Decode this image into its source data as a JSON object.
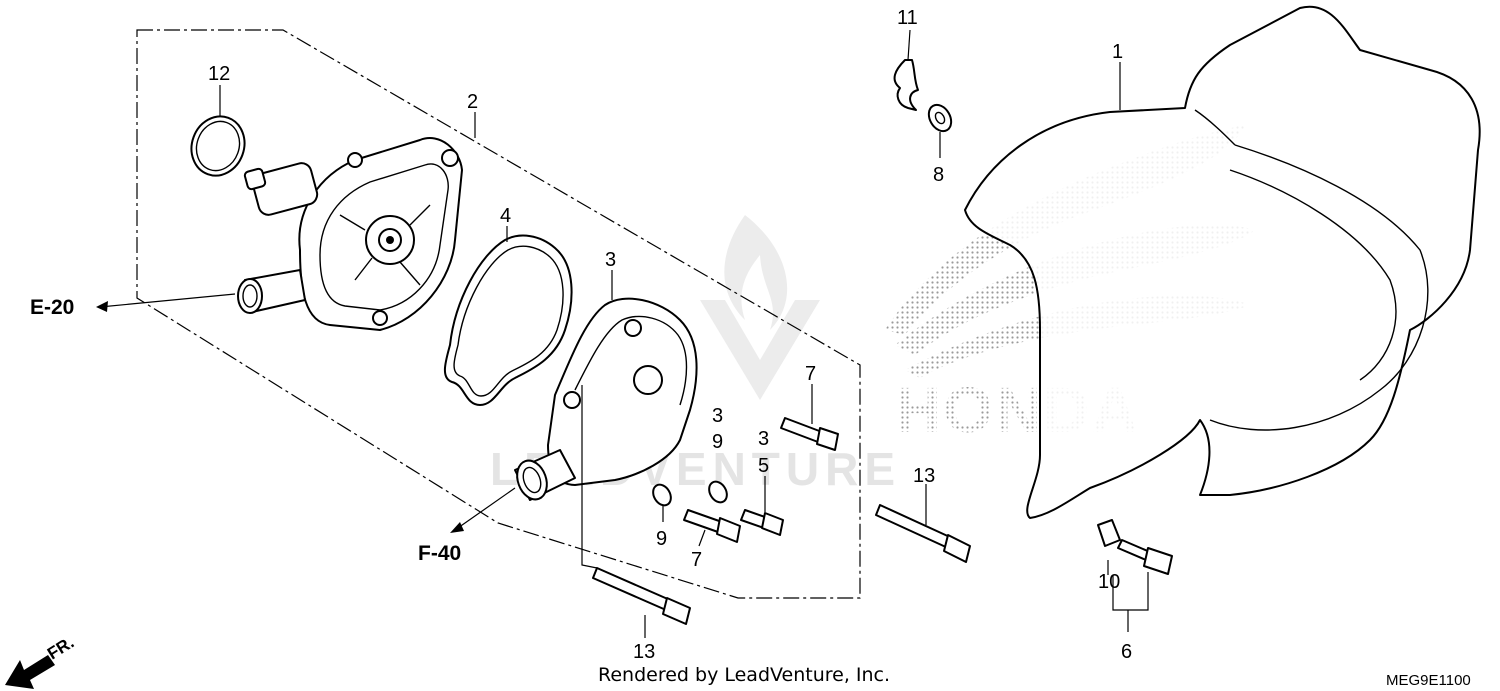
{
  "callouts": {
    "c1": "1",
    "c2": "2",
    "c3a": "3",
    "c3b": "3",
    "c3c": "3",
    "c4": "4",
    "c5": "5",
    "c6": "6",
    "c7a": "7",
    "c7b": "7",
    "c8": "8",
    "c9a": "9",
    "c9b": "9",
    "c10": "10",
    "c11": "11",
    "c12": "12",
    "c13a": "13",
    "c13b": "13"
  },
  "references": {
    "e20": "E-20",
    "f40": "F-40"
  },
  "direction": {
    "label": "FR."
  },
  "footer": {
    "credit": "Rendered by LeadVenture, Inc.",
    "diagram_code": "MEG9E1100"
  },
  "watermarks": {
    "brand": "LEADVENTURE",
    "logo_text": "HONDA"
  },
  "colors": {
    "line": "#000000",
    "watermark": "#e4e4e4",
    "dot_pattern": "#9a9a9a"
  }
}
